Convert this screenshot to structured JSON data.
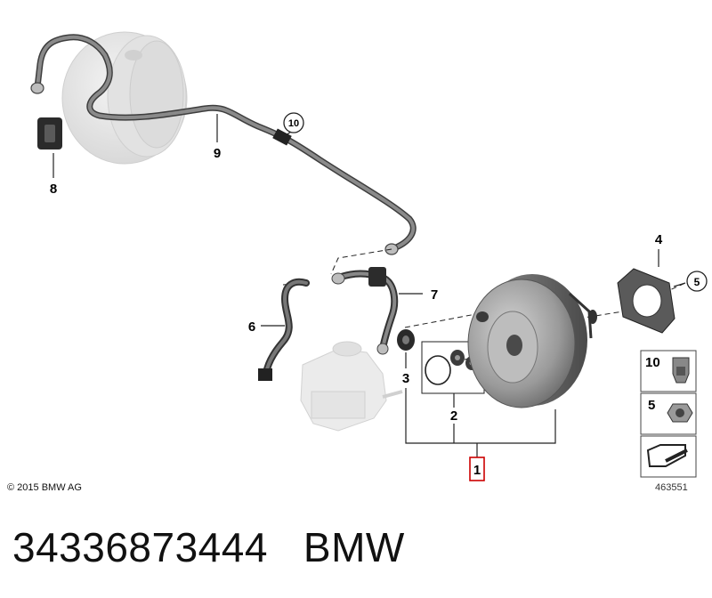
{
  "callouts": {
    "c1": "1",
    "c2": "2",
    "c3": "3",
    "c4": "4",
    "c5": "5",
    "c6": "6",
    "c7": "7",
    "c8": "8",
    "c9": "9",
    "c10": "10"
  },
  "legend": {
    "item_10": "10",
    "item_5": "5"
  },
  "copyright": "© 2015 BMW AG",
  "diagram_number": "463551",
  "caption": {
    "part_number": "34336873444",
    "brand": "BMW"
  },
  "colors": {
    "highlight_box": "#cc0000",
    "pipe": "#555555",
    "ghost_part": "#e6e6e6"
  }
}
